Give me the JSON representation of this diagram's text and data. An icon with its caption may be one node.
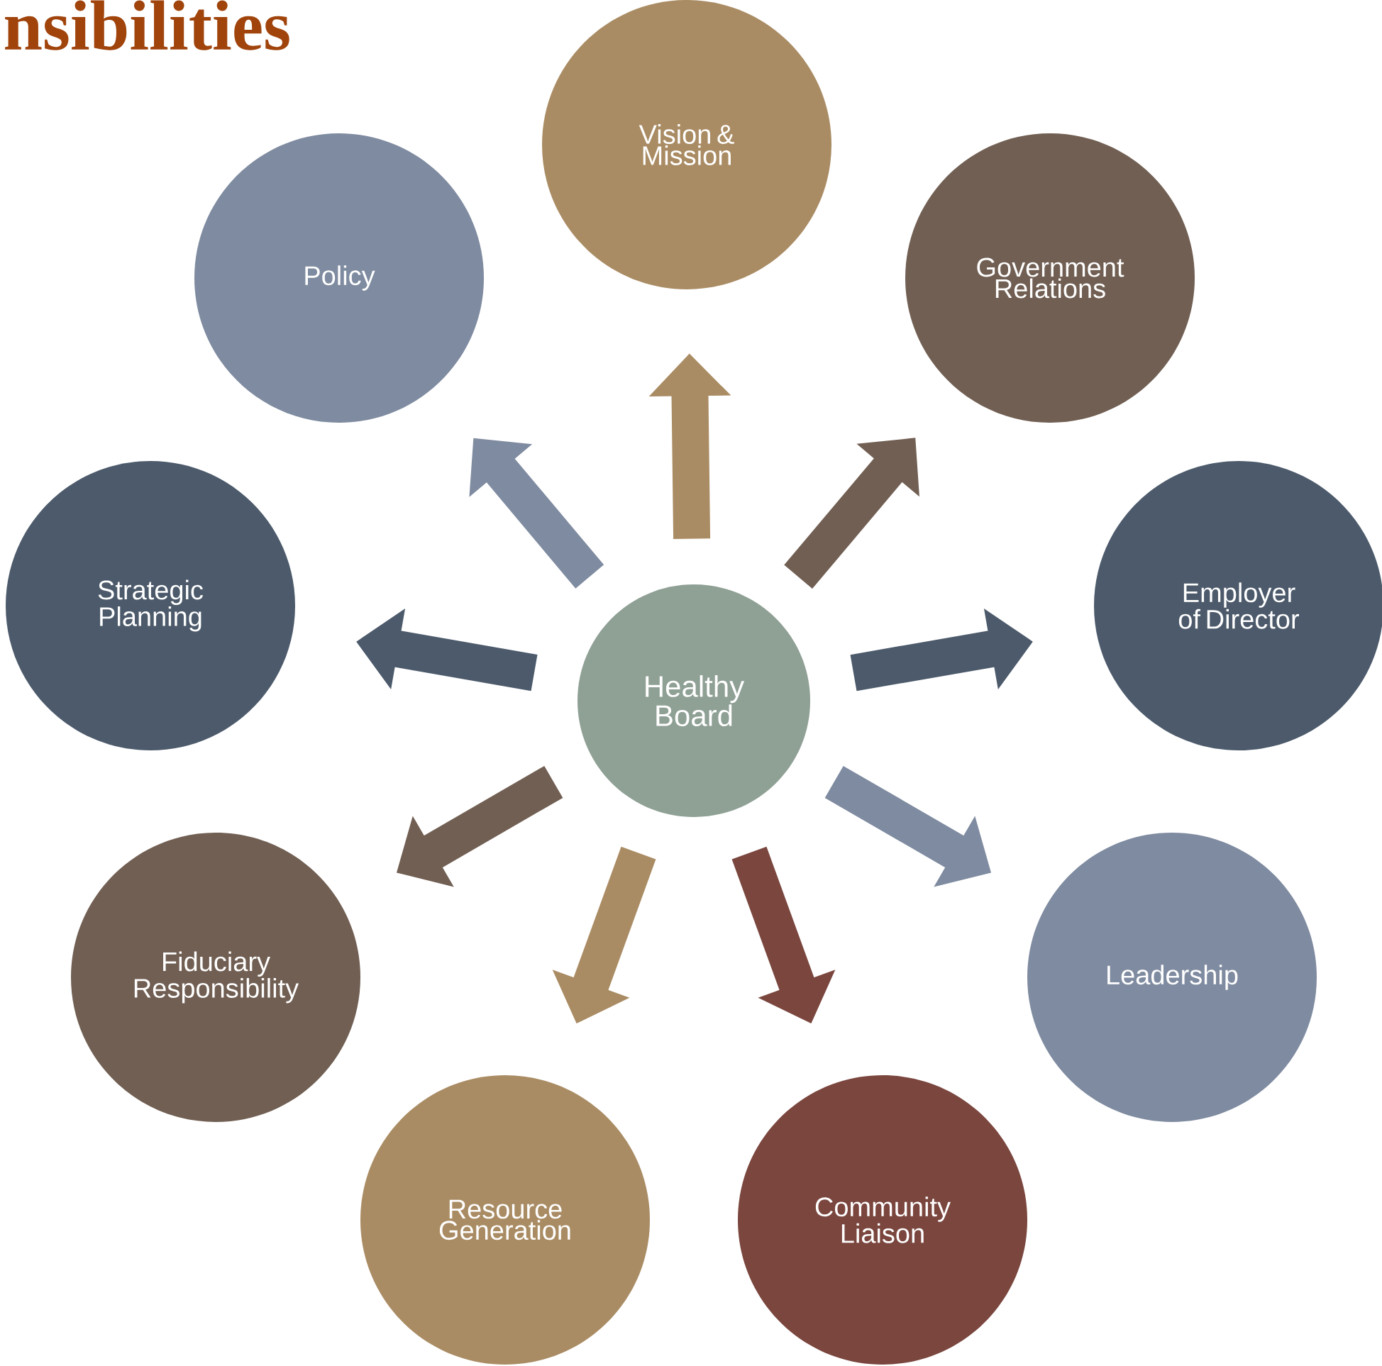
{
  "diagram": {
    "title": "nsibilities",
    "nodes": [
      {
        "text": [
          "Healthy Board"
        ]
      },
      {
        "text": [
          "Vision & Mission"
        ]
      },
      {
        "text": [
          "Government Relations"
        ]
      },
      {
        "text": [
          "Employer of Director"
        ]
      },
      {
        "text": [
          "Leadership"
        ]
      },
      {
        "text": [
          "Community Liaison"
        ]
      },
      {
        "text": [
          "Resource Generation"
        ]
      },
      {
        "text": [
          "Fiduciary Responsibility"
        ]
      },
      {
        "text": [
          "Strategic Planning"
        ]
      },
      {
        "text": [
          "Policy"
        ]
      }
    ],
    "edges": [
      {
        "from": 0,
        "to": 1,
        "arrow": "to",
        "color": "#aa8c64"
      },
      {
        "from": 0,
        "to": 2,
        "arrow": "to",
        "color": "#715f53"
      },
      {
        "from": 0,
        "to": 3,
        "arrow": "to",
        "color": "#4c5a6b"
      },
      {
        "from": 0,
        "to": 4,
        "arrow": "to",
        "color": "#7f8ba0"
      },
      {
        "from": 0,
        "to": 5,
        "arrow": "to",
        "color": "#7a463e"
      },
      {
        "from": 0,
        "to": 6,
        "arrow": "to",
        "color": "#aa8c64"
      },
      {
        "from": 0,
        "to": 7,
        "arrow": "to",
        "color": "#715f53"
      },
      {
        "from": 0,
        "to": 8,
        "arrow": "to",
        "color": "#4c5a6b"
      },
      {
        "from": 0,
        "to": 9,
        "arrow": "to",
        "color": "#7f8ba0"
      }
    ]
  }
}
